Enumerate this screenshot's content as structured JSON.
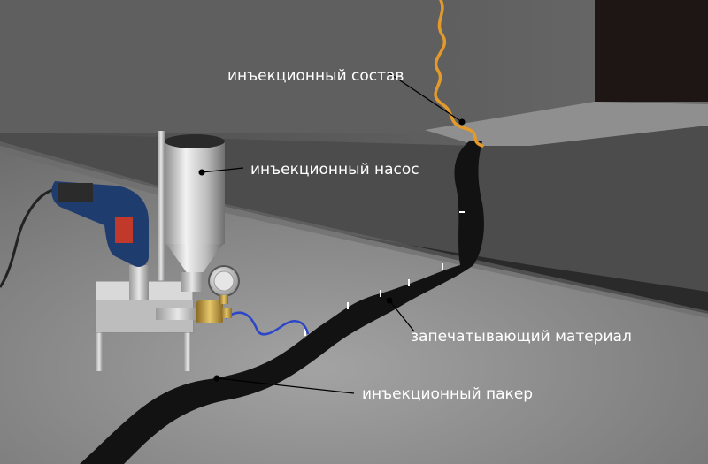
{
  "labels": {
    "injection_compound": "инъекционный состав",
    "injection_pump": "инъекционный насос",
    "sealing_material": "запечатывающий материал",
    "injection_packer": "инъекционный пакер"
  },
  "colors": {
    "upper_wall": "#5b5b5b",
    "lower_wall": "#4a4a4a",
    "floor": "#8c8c8c",
    "dark_corner": "#1e1614",
    "crack": "#111111",
    "compound": "#e39a2a",
    "hose": "#2d46c8",
    "label_text": "#ffffff"
  }
}
